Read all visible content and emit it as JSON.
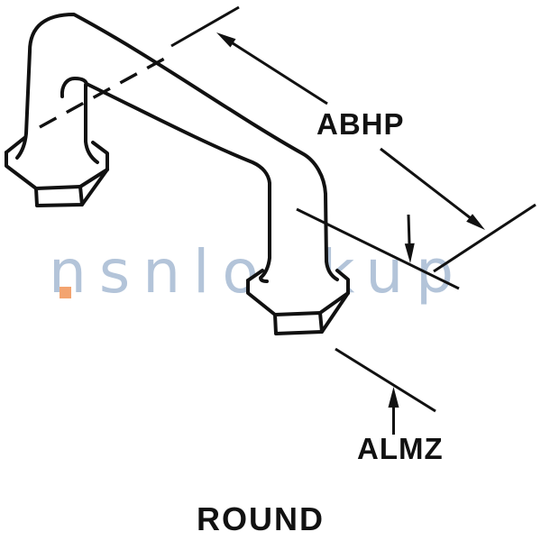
{
  "caption": "ROUND",
  "dimensions": {
    "abhp": "ABHP",
    "almz": "ALMZ"
  },
  "watermark": {
    "text": "nsnlookup",
    "text_color": "#b3c4d9",
    "dot_color": "#f3a470"
  },
  "style": {
    "line_color": "#111111",
    "background": "#ffffff"
  }
}
